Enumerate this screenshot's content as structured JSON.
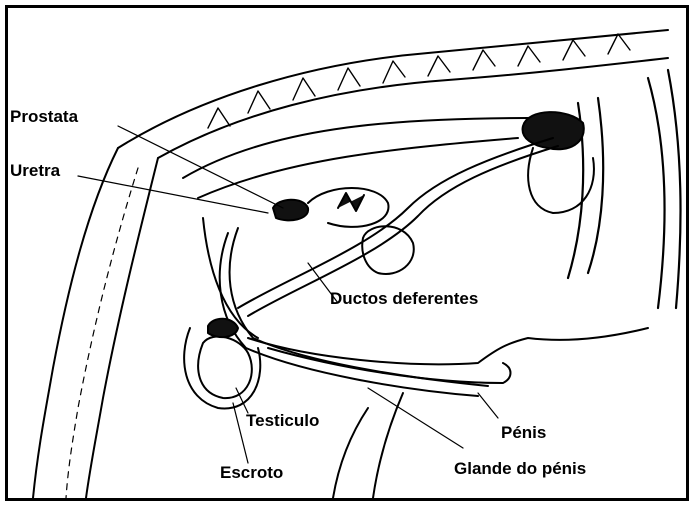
{
  "labels": {
    "prostata": "Prostata",
    "uretra": "Uretra",
    "ductos": "Ductos deferentes",
    "testiculo": "Testiculo",
    "escroto": "Escroto",
    "penis": "Pénis",
    "glande": "Glande do pénis"
  },
  "colors": {
    "ink": "#000000",
    "background": "#ffffff"
  }
}
